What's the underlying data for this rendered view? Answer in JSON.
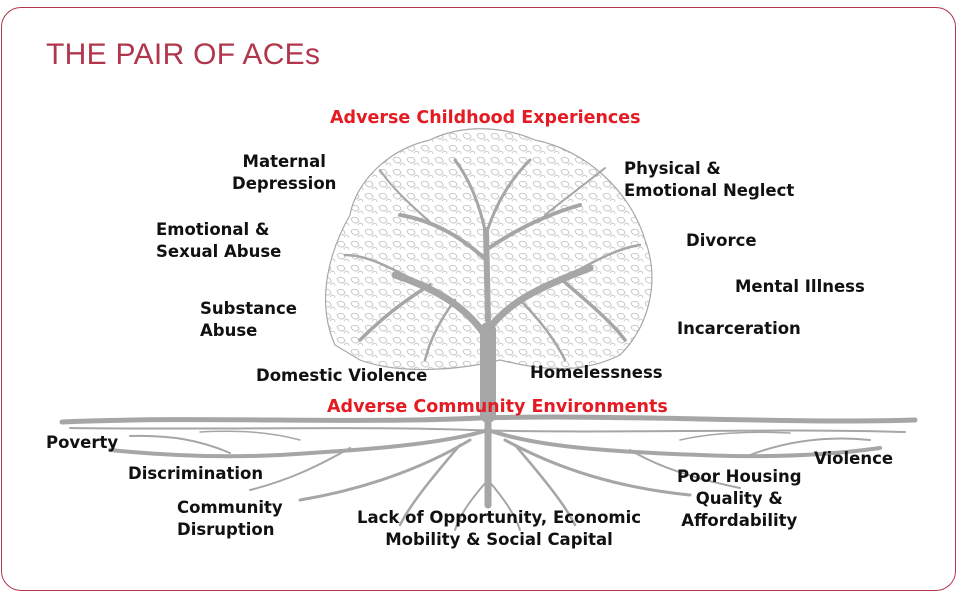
{
  "title": "THE PAIR OF ACEs",
  "top_label": "Adverse Childhood Experiences",
  "bottom_label": "Adverse Community Environments",
  "childhood": {
    "maternal_1": "Maternal",
    "maternal_2": "Depression",
    "emotional_1": "Emotional &",
    "emotional_2": "Sexual Abuse",
    "substance_1": "Substance",
    "substance_2": "Abuse",
    "domestic": "Domestic Violence",
    "physical_1": "Physical &",
    "physical_2": "Emotional Neglect",
    "divorce": "Divorce",
    "mental": "Mental Illness",
    "incarceration": "Incarceration",
    "homelessness": "Homelessness"
  },
  "community": {
    "poverty": "Poverty",
    "discrimination": "Discrimination",
    "disruption_1": "Community",
    "disruption_2": "Disruption",
    "lack_1": "Lack of Opportunity, Economic",
    "lack_2": "Mobility & Social Capital",
    "housing_1": "Poor Housing",
    "housing_2": "Quality &",
    "housing_3": "Affordability",
    "violence": "Violence"
  },
  "colors": {
    "accent": "#b1364c",
    "label_red": "#e41b23",
    "tree": "#a6a6a6"
  }
}
